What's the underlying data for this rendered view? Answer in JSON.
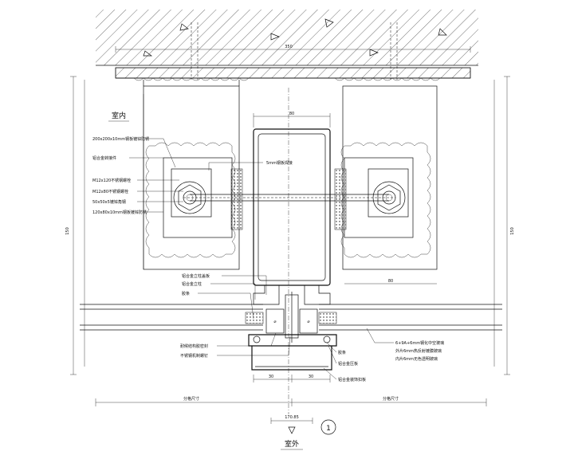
{
  "labels": {
    "indoor": "室内",
    "outdoor": "室外",
    "detail_number": "1"
  },
  "left_callouts": [
    "200x200x10mm钢板镀锌防锈",
    "铝合金转接件",
    "M12x120不锈钢螺栓",
    "M12x80不锈钢螺栓",
    "50x50x5镀锌角钢",
    "120x80x10mm钢板镀锌防锈"
  ],
  "center_callouts": {
    "tube_note": "5mm钢板焊接"
  },
  "lower_left_callouts": [
    "铝合金立柱盖板",
    "铝合金立柱",
    "胶条"
  ],
  "bottom_left_callouts": [
    "耐候结构胶密封",
    "不锈钢机制螺钉"
  ],
  "right_callouts": {
    "rubber": "胶条",
    "glass_line1": "6+9A+6mm钢化中空玻璃",
    "glass_line2": "外片6mm热反射镀膜玻璃",
    "glass_line3": "内片6mm无色透明玻璃",
    "mullion_cap": "铝合金压板",
    "cover": "铝合金装饰扣板"
  },
  "dimensions": {
    "top_span": "350",
    "tube_width": "80",
    "bracket_right": "80",
    "left_vertical": "150",
    "right_vertical": "150",
    "mid_left": "30",
    "mid_right": "30",
    "bottom_left_span": "分格尺寸",
    "bottom_right_span": "分格尺寸",
    "bottom_total": "170.85"
  }
}
